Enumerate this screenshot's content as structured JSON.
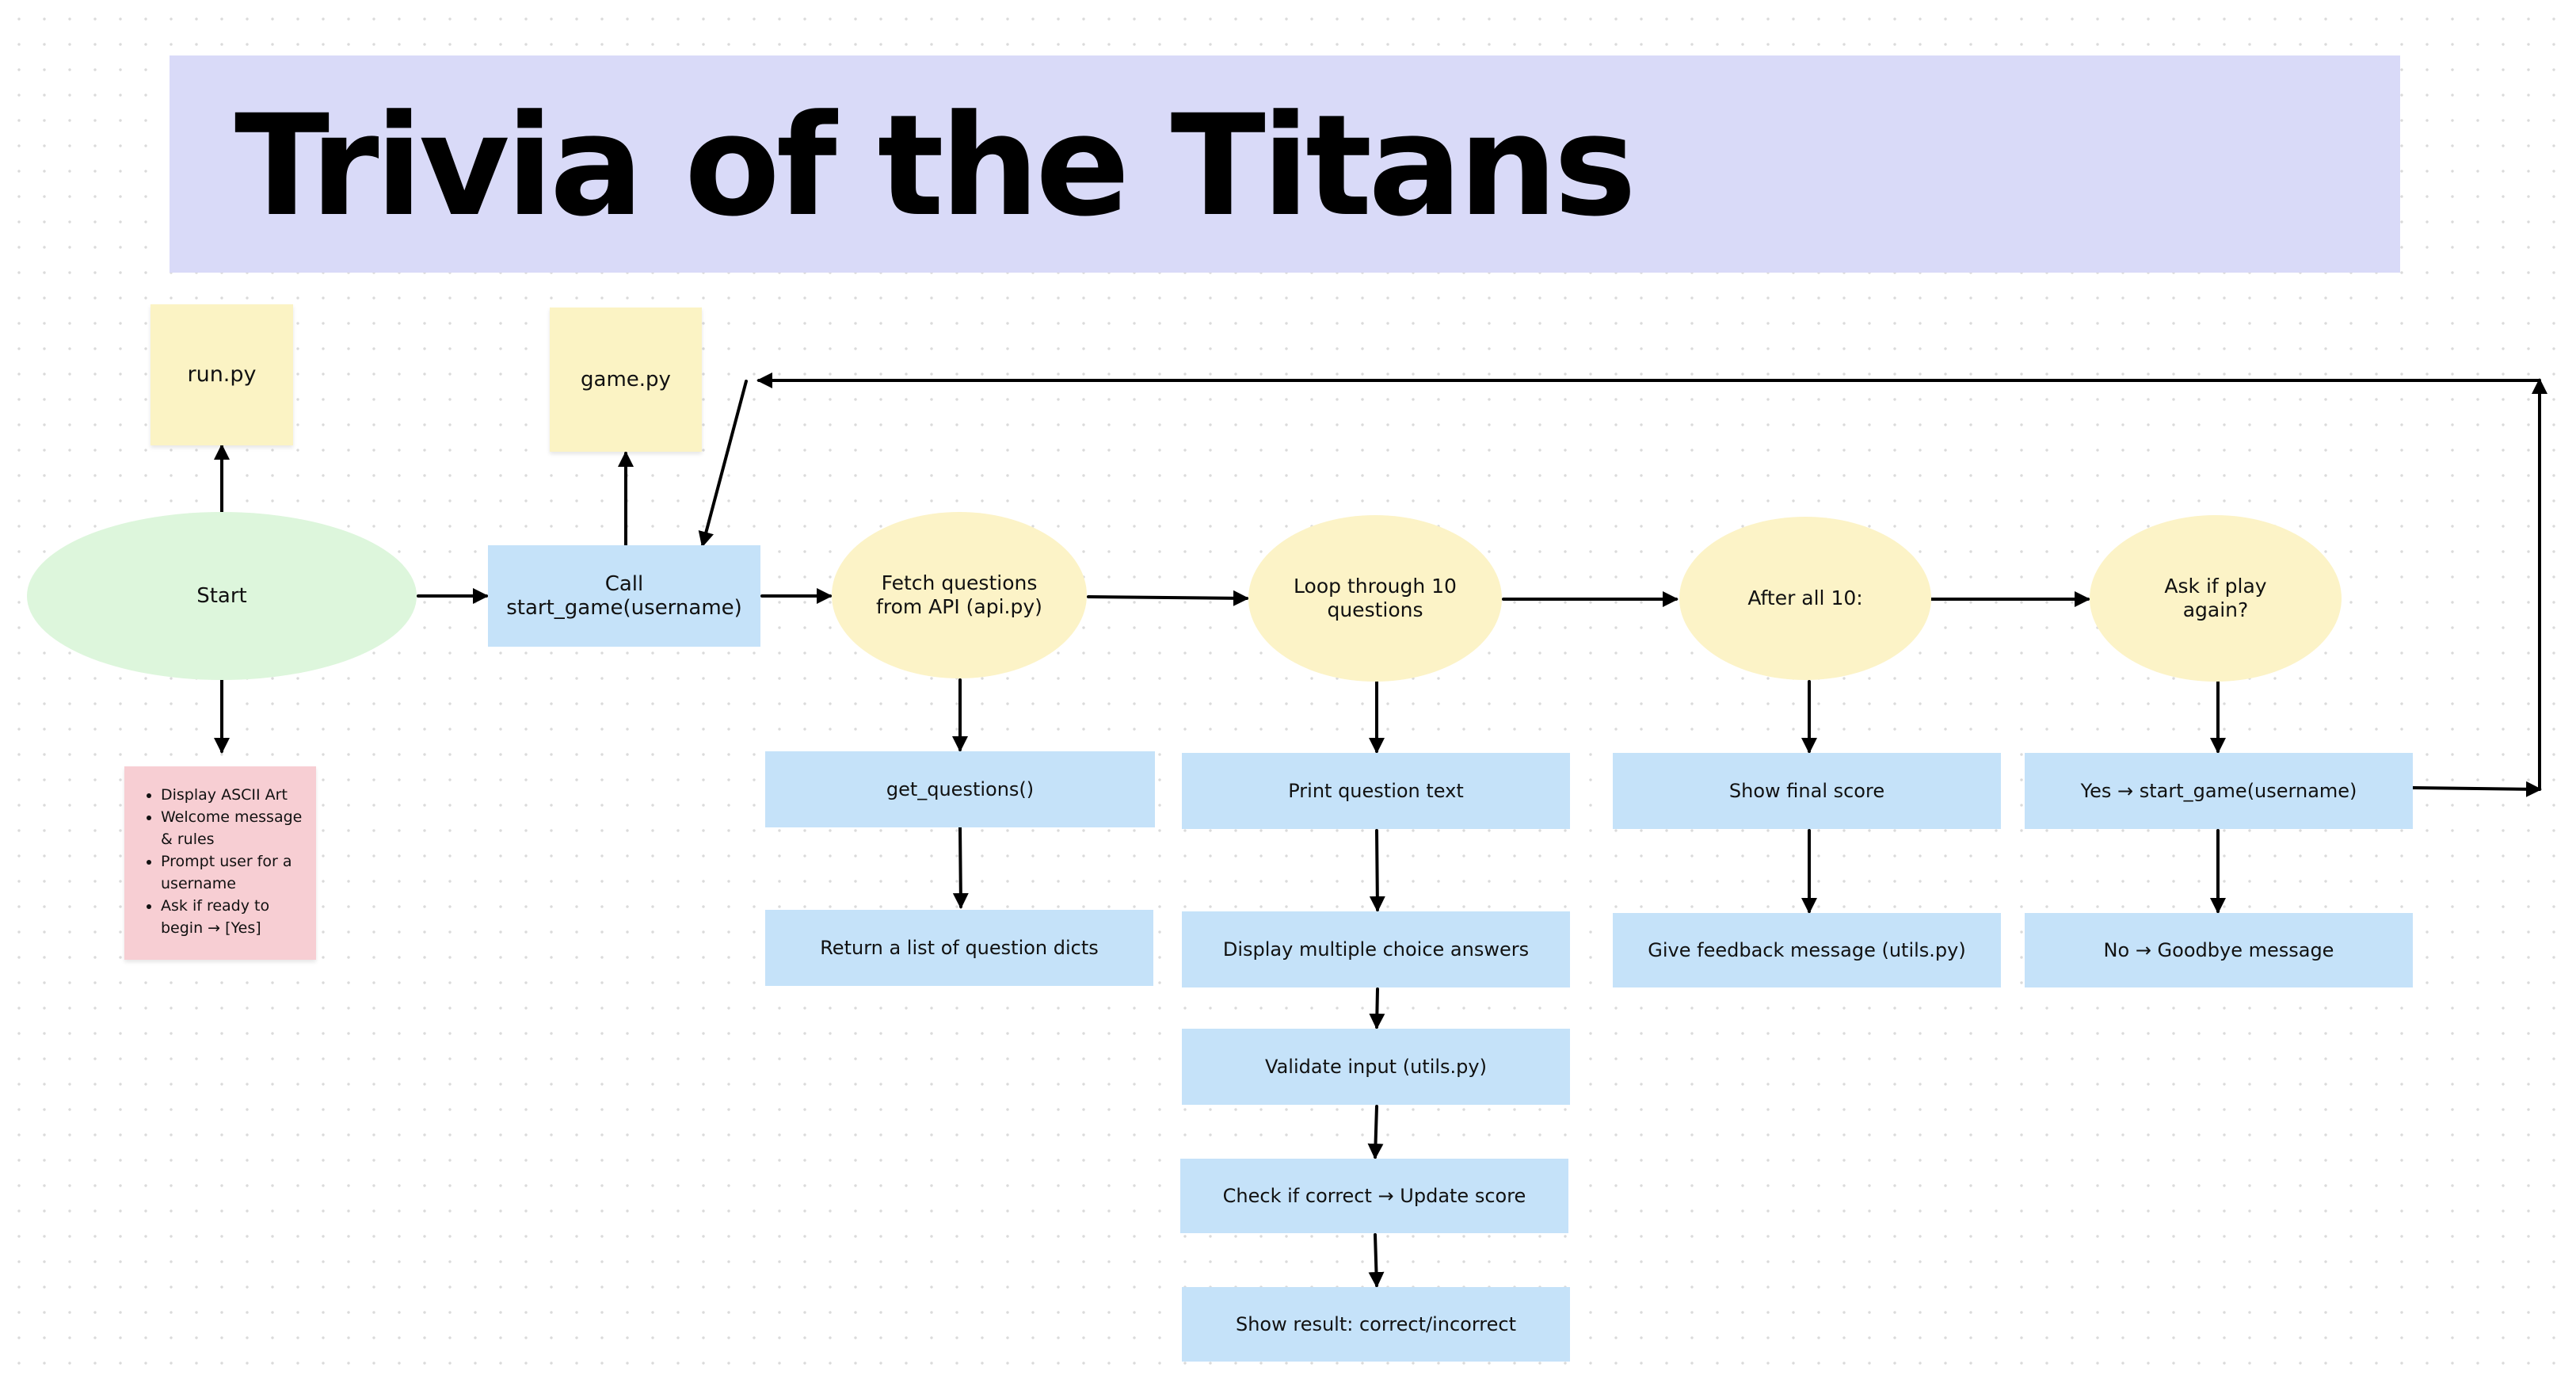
{
  "title": "Trivia of the Titans",
  "colors": {
    "title_banner": "#d9daf8",
    "sticky_yellow": "#fbf3c4",
    "sticky_pink": "#f7ced3",
    "process_blue": "#c5e2f9",
    "start_green": "#ddf6dc",
    "step_yellow": "#fcf3c7",
    "connector": "#000000"
  },
  "files": {
    "run": "run.py",
    "game": "game.py"
  },
  "start": {
    "label": "Start",
    "notes": [
      "Display ASCII Art",
      "Welcome message & rules",
      "Prompt user for a username",
      "Ask if ready to begin → [Yes]"
    ]
  },
  "call_start_game": "Call start_game(username)",
  "fetch": {
    "label": "Fetch questions from API (api.py)",
    "steps": [
      "get_questions()",
      "Return a list of question dicts"
    ]
  },
  "loop": {
    "label": "Loop through 10 questions",
    "steps": [
      "Print question text",
      "Display multiple choice answers",
      "Validate input (utils.py)",
      "Check if correct → Update score",
      "Show result: correct/incorrect"
    ]
  },
  "after": {
    "label": "After all 10:",
    "steps": [
      "Show final score",
      "Give feedback message (utils.py)"
    ]
  },
  "again": {
    "label": "Ask if play again?",
    "steps": [
      "Yes → start_game(username)",
      "No → Goodbye message"
    ]
  }
}
